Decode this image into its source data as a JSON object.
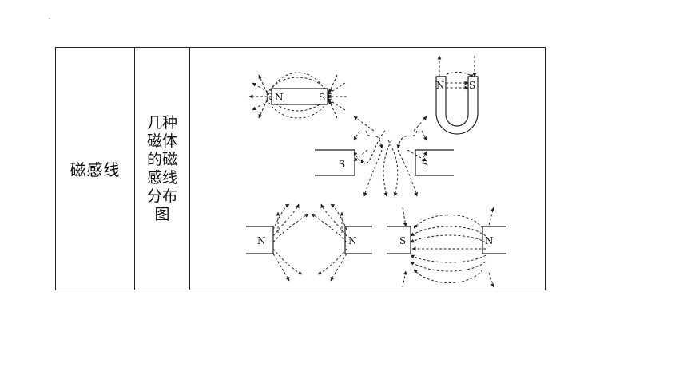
{
  "table": {
    "row_label": "磁感线",
    "row_description": "几种磁体的磁感线分布图"
  },
  "diagrams": {
    "bar_magnet": {
      "left_pole": "N",
      "right_pole": "S"
    },
    "u_magnet": {
      "left_pole": "N",
      "right_pole": "S"
    },
    "like_poles_s": {
      "left_pole": "S",
      "right_pole": "S"
    },
    "like_poles_n": {
      "left_pole": "N",
      "right_pole": "N"
    },
    "unlike_poles": {
      "left_pole": "S",
      "right_pole": "N"
    }
  },
  "colors": {
    "line": "#222222",
    "background": "#ffffff"
  }
}
